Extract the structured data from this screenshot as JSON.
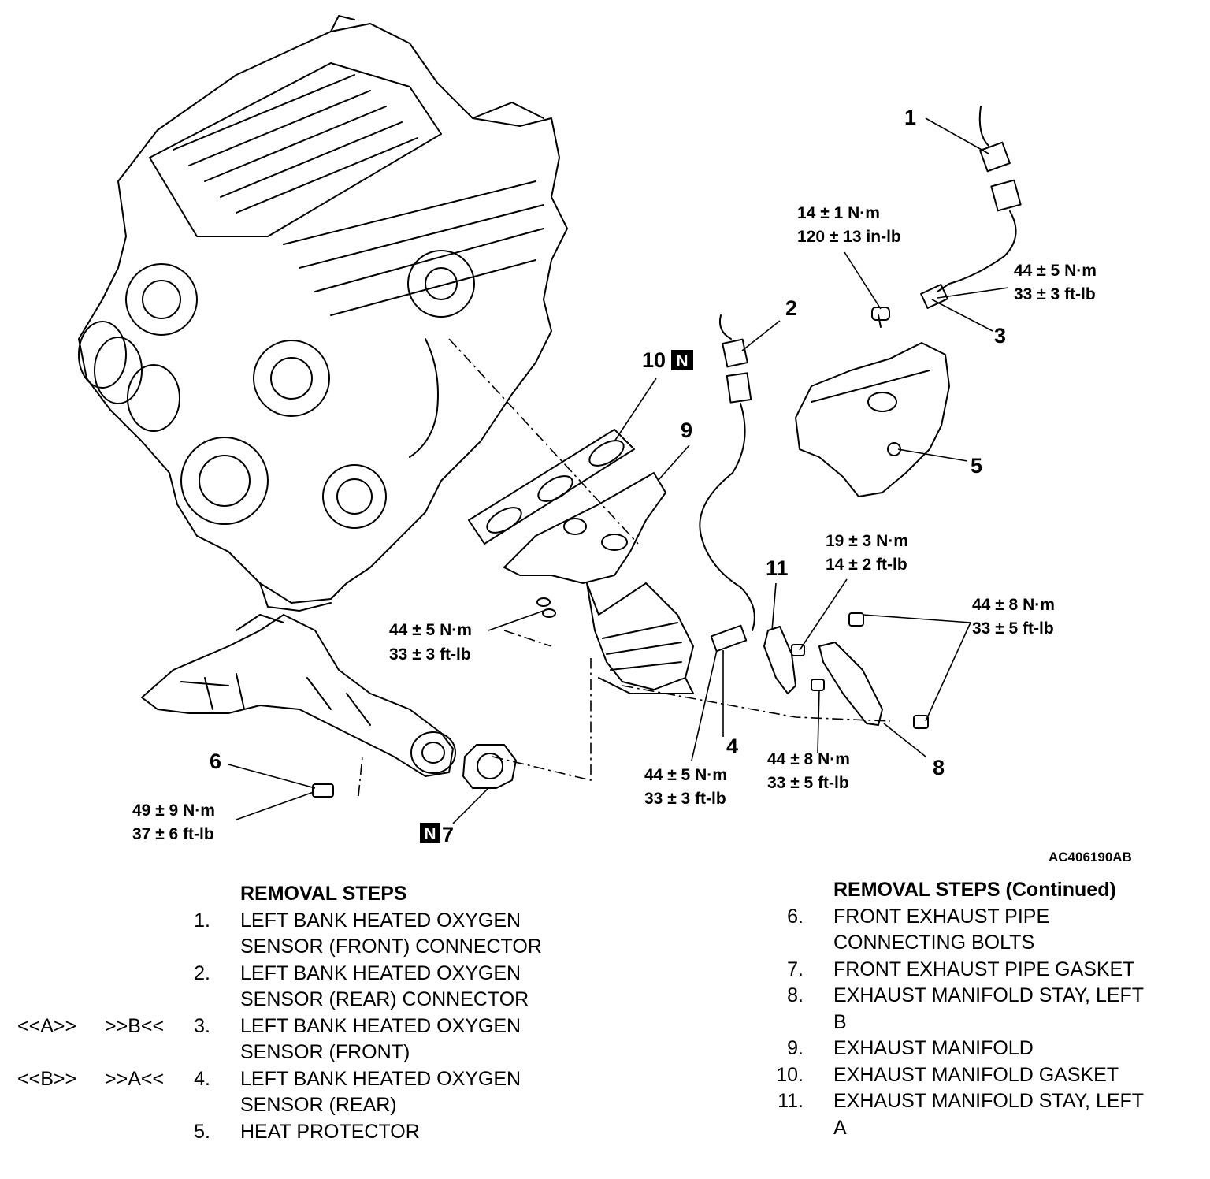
{
  "figure": {
    "id": "AC406190AB",
    "callouts": {
      "c1": "1",
      "c2": "2",
      "c3": "3",
      "c4": "4",
      "c5": "5",
      "c6": "6",
      "c7": "7",
      "c8": "8",
      "c9": "9",
      "c10": "10",
      "c11": "11"
    },
    "new_part_marker": "N",
    "torques": {
      "t1": [
        "14 ± 1 N·m",
        "120 ± 13 in-lb"
      ],
      "t2": [
        "44 ± 5 N·m",
        "33 ± 3 ft-lb"
      ],
      "t3": [
        "44 ± 5 N·m",
        "33 ± 3 ft-lb"
      ],
      "t4": [
        "19 ± 3 N·m",
        "14 ± 2 ft-lb"
      ],
      "t5": [
        "44 ± 8 N·m",
        "33 ± 5 ft-lb"
      ],
      "t6": [
        "44 ± 5 N·m",
        "33 ± 3 ft-lb"
      ],
      "t7": [
        "44 ± 8 N·m",
        "33 ± 5 ft-lb"
      ],
      "t8": [
        "49 ± 9 N·m",
        "37 ± 6 ft-lb"
      ]
    }
  },
  "removal_steps": {
    "heading": "REMOVAL STEPS",
    "items": [
      {
        "num": "1.",
        "lines": [
          "LEFT BANK HEATED OXYGEN",
          "SENSOR (FRONT) CONNECTOR"
        ],
        "marks": [
          "",
          ""
        ]
      },
      {
        "num": "2.",
        "lines": [
          "LEFT BANK HEATED OXYGEN",
          "SENSOR (REAR) CONNECTOR"
        ],
        "marks": [
          "",
          ""
        ]
      },
      {
        "num": "3.",
        "lines": [
          "LEFT BANK HEATED OXYGEN",
          "SENSOR (FRONT)"
        ],
        "marks": [
          "<<A>>",
          ">>B<<"
        ]
      },
      {
        "num": "4.",
        "lines": [
          "LEFT BANK HEATED OXYGEN",
          "SENSOR (REAR)"
        ],
        "marks": [
          "<<B>>",
          ">>A<<"
        ]
      },
      {
        "num": "5.",
        "lines": [
          "HEAT PROTECTOR"
        ],
        "marks": [
          "",
          ""
        ]
      }
    ]
  },
  "removal_steps_continued": {
    "heading": "REMOVAL STEPS (Continued)",
    "items": [
      {
        "num": "6.",
        "lines": [
          "FRONT EXHAUST PIPE",
          "CONNECTING BOLTS"
        ]
      },
      {
        "num": "7.",
        "lines": [
          "FRONT EXHAUST PIPE GASKET"
        ]
      },
      {
        "num": "8.",
        "lines": [
          "EXHAUST MANIFOLD STAY, LEFT",
          "B"
        ]
      },
      {
        "num": "9.",
        "lines": [
          "EXHAUST MANIFOLD"
        ]
      },
      {
        "num": "10.",
        "lines": [
          "EXHAUST MANIFOLD GASKET"
        ]
      },
      {
        "num": "11.",
        "lines": [
          "EXHAUST MANIFOLD STAY, LEFT",
          "A"
        ]
      }
    ]
  }
}
